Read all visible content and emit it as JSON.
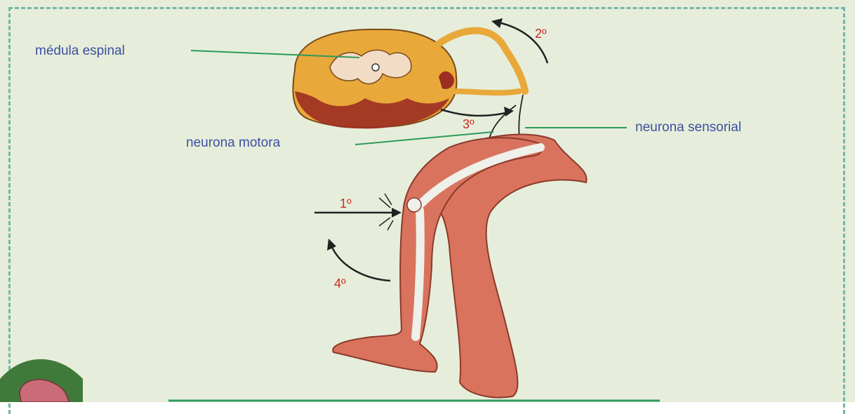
{
  "diagram": {
    "labels": {
      "spinal_cord": "médula espinal",
      "motor_neuron": "neurona motora",
      "sensory_neuron": "neurona sensorial"
    },
    "steps": [
      "1º",
      "2º",
      "3º",
      "4º"
    ]
  },
  "colors": {
    "background": "#e6eedb",
    "frame": "#76b6a6",
    "label_text": "#3c4fa2",
    "step_text": "#c92a22",
    "leader_lines": "#2f9a5a",
    "spinal_white_matter": "#e9a83a",
    "spinal_grey_matter": "#9c2e22",
    "leg": "#d9735e"
  }
}
